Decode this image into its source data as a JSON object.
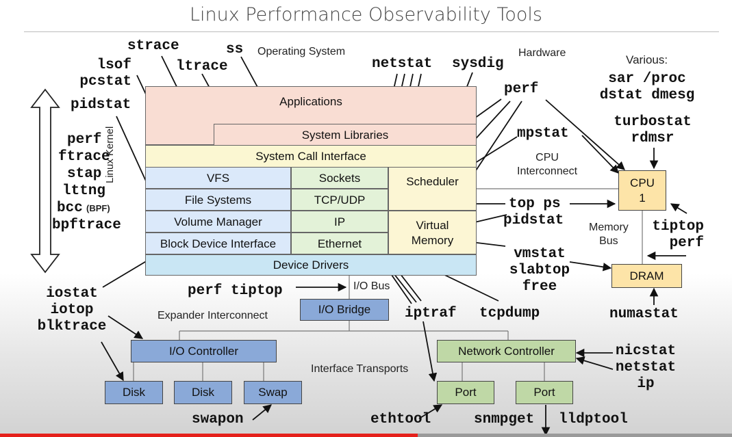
{
  "title": "Linux Performance Observability Tools",
  "regions": {
    "os": "Operating System",
    "hardware": "Hardware",
    "kernel": "Linux Kernel",
    "cpu_interconnect": "CPU\nInterconnect",
    "memory_bus": "Memory\nBus",
    "io_bus": "I/O Bus",
    "expander_interconnect": "Expander Interconnect",
    "interface_transports": "Interface Transports"
  },
  "layers": {
    "applications": "Applications",
    "system_libraries": "System Libraries",
    "syscall_interface": "System Call Interface",
    "vfs": "VFS",
    "file_systems": "File Systems",
    "volume_manager": "Volume Manager",
    "block_device_interface": "Block Device Interface",
    "sockets": "Sockets",
    "tcp_udp": "TCP/UDP",
    "ip": "IP",
    "ethernet": "Ethernet",
    "scheduler": "Scheduler",
    "virtual_memory": "Virtual\nMemory",
    "device_drivers": "Device Drivers"
  },
  "hardware_boxes": {
    "cpu": "CPU\n1",
    "dram": "DRAM",
    "io_bridge": "I/O Bridge",
    "io_controller": "I/O Controller",
    "disk1": "Disk",
    "disk2": "Disk",
    "swap": "Swap",
    "network_controller": "Network Controller",
    "port1": "Port",
    "port2": "Port"
  },
  "tools": {
    "strace": "strace",
    "ss": "ss",
    "ltrace": "ltrace",
    "lsof_pcstat": "lsof\npcstat",
    "pidstat_left": "pidstat",
    "tracers": [
      "perf",
      "ftrace",
      "stap",
      "lttng",
      "bcc",
      "bpftrace"
    ],
    "bcc_note": "(BPF)",
    "netstat": "netstat",
    "sysdig": "sysdig",
    "various_label": "Various:",
    "various_tools": "sar /proc\ndstat dmesg",
    "perf_top": "perf",
    "turbostat": "turbostat\nrdmsr",
    "mpstat": "mpstat",
    "top_ps": "top ps",
    "pidstat_right": "pidstat",
    "tiptop_perf": "tiptop\nperf",
    "vmstat_group": "vmstat\nslabtop\nfree",
    "numastat": "numastat",
    "perf_tiptop": "perf tiptop",
    "iptraf": "iptraf",
    "tcpdump": "tcpdump",
    "iostat_group": "iostat\niotop\nblktrace",
    "nicstat_group": "nicstat\nnetstat\nip",
    "swapon": "swapon",
    "ethtool": "ethtool",
    "snmpget": "snmpget",
    "lldptool": "lldptool"
  },
  "colors": {
    "applications": "#f9ddd3",
    "syscall": "#fbf7d2",
    "vfs_stack": "#dbe9fa",
    "network_stack": "#e3f2d8",
    "scheduler": "#fcf6d4",
    "device_drivers": "#c9e6f4",
    "cpu": "#fde4a8",
    "hw_blue": "#8aa9d8",
    "hw_green": "#bfd8a6",
    "progress": "#e5201b"
  }
}
